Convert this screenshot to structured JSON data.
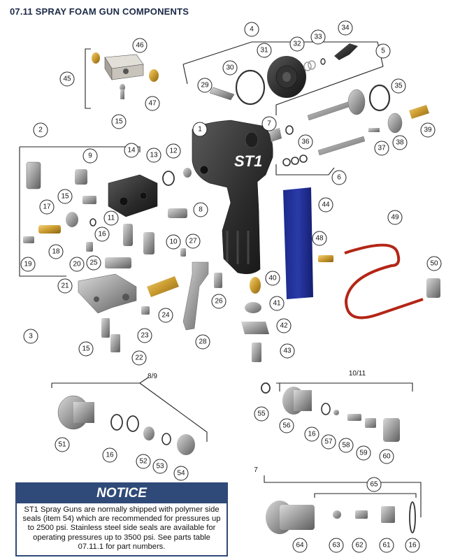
{
  "title": "07.11 SPRAY FOAM GUN COMPONENTS",
  "notice": {
    "heading": "NOTICE",
    "body": "ST1 Spray Guns are normally shipped with polymer side seals (item 54) which are recommended for pressures up to 2500 psi. Stainless steel side seals are available for operating pressures up to 3500 psi. See parts table 07.11.1 for part numbers."
  },
  "gun_logo": "ST1",
  "callouts": [
    "1",
    "2",
    "3",
    "4",
    "5",
    "6",
    "7",
    "8",
    "9",
    "10",
    "11",
    "12",
    "13",
    "14",
    "15",
    "16",
    "17",
    "18",
    "19",
    "20",
    "21",
    "22",
    "23",
    "24",
    "25",
    "26",
    "27",
    "28",
    "29",
    "30",
    "31",
    "32",
    "33",
    "34",
    "35",
    "36",
    "37",
    "38",
    "39",
    "40",
    "41",
    "42",
    "43",
    "44",
    "45",
    "46",
    "47",
    "48",
    "49",
    "50",
    "51",
    "52",
    "53",
    "54",
    "55",
    "56",
    "57",
    "58",
    "59",
    "60",
    "61",
    "62",
    "63",
    "64",
    "65"
  ],
  "group_labels": {
    "g89": "8/9",
    "g1011": "10/11",
    "g7": "7"
  }
}
